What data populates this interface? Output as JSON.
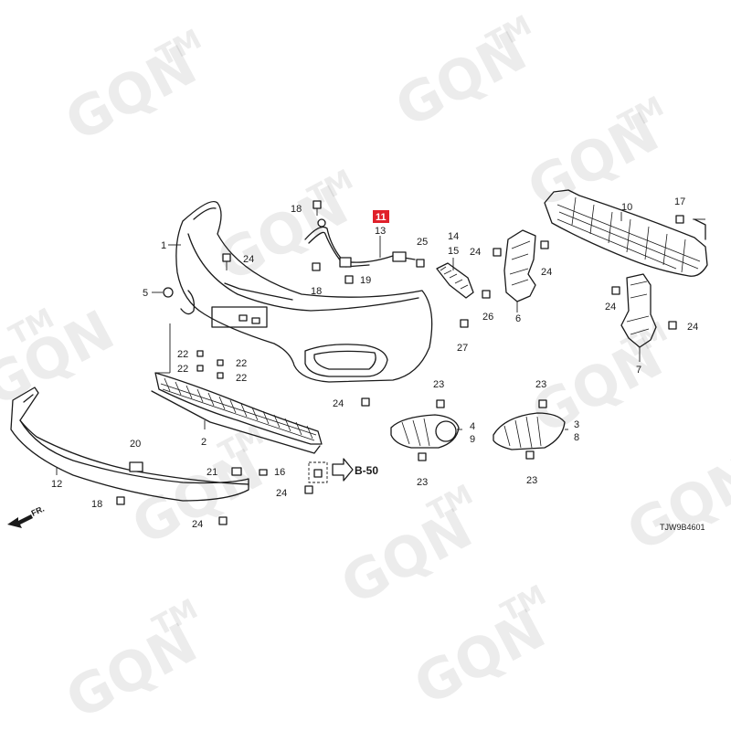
{
  "watermark": {
    "text": "GQN",
    "tm": "TM"
  },
  "diagram_code": "TJW9B4601",
  "front_indicator": "FR.",
  "reference": "B-50",
  "highlight_label": "11",
  "callouts": [
    "1",
    "2",
    "3",
    "4",
    "5",
    "6",
    "7",
    "8",
    "9",
    "10",
    "12",
    "13",
    "14",
    "15",
    "16",
    "17",
    "18",
    "18",
    "18",
    "19",
    "20",
    "21",
    "22",
    "22",
    "22",
    "22",
    "23",
    "23",
    "23",
    "23",
    "24",
    "24",
    "24",
    "24",
    "24",
    "24",
    "24",
    "24",
    "25",
    "26",
    "27"
  ]
}
